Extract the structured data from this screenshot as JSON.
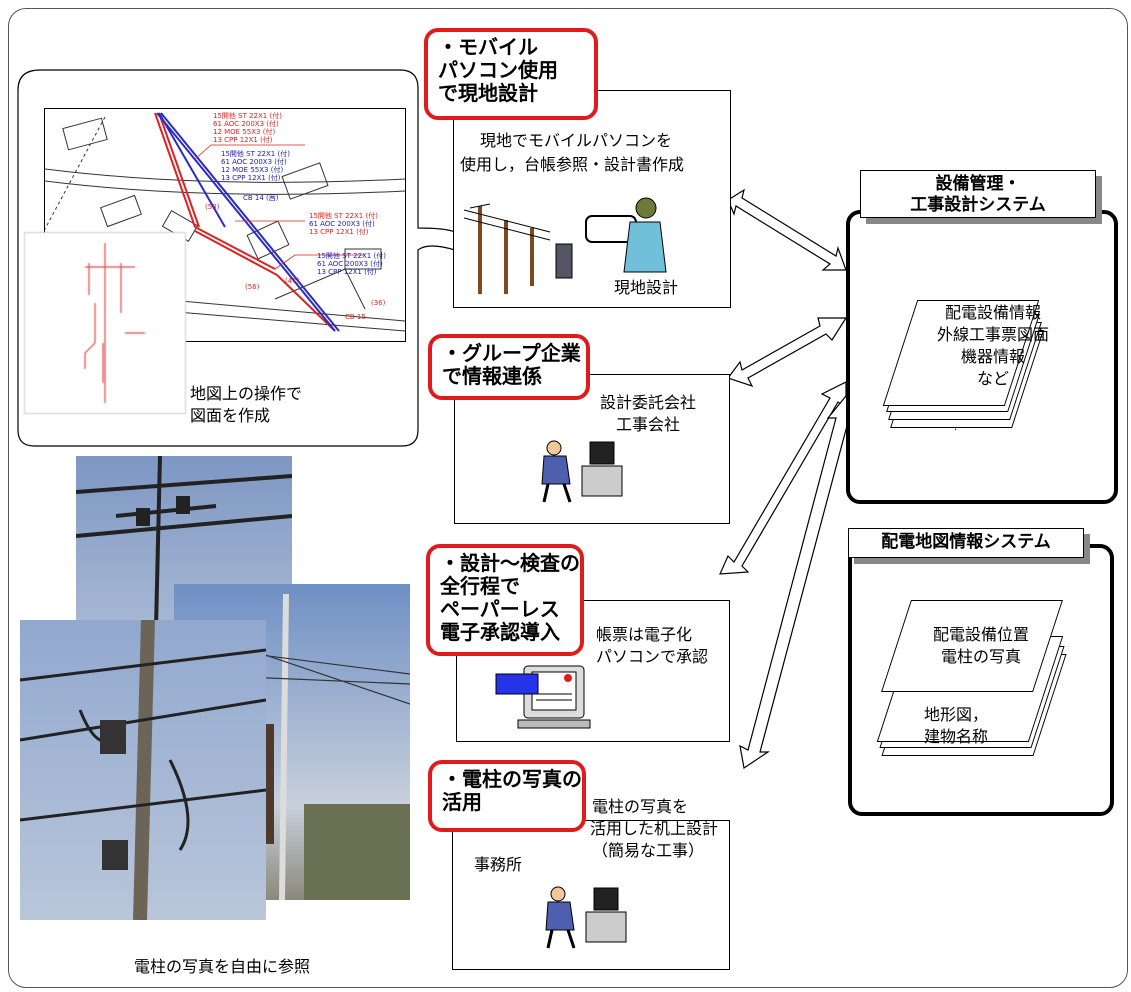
{
  "left": {
    "map_caption_line1": "地図上の操作で",
    "map_caption_line2": "図面を作成",
    "photo_caption": "電柱の写真を自由に参照"
  },
  "panels": [
    {
      "tag": [
        "・モバイル",
        "パソコン使用",
        "で現地設計"
      ],
      "desc": [
        "現地でモバイルパソコンを",
        "使用し，台帳参照・設計書作成"
      ],
      "sub": "現地設計"
    },
    {
      "tag": [
        "・グループ企業",
        "で情報連係"
      ],
      "desc": [
        "設計委託会社",
        "工事会社"
      ]
    },
    {
      "tag": [
        "・設計～検査の",
        "全行程で",
        "ペーパーレス",
        "電子承認導入"
      ],
      "desc": [
        "帳票は電子化",
        "パソコンで承認"
      ]
    },
    {
      "tag": [
        "・電柱の写真の",
        "活用"
      ],
      "desc": [
        "電柱の写真を",
        "活用した机上設計",
        "（簡易な工事）"
      ],
      "sub": "事務所"
    }
  ],
  "systems": {
    "facility": {
      "title": [
        "設備管理・",
        "工事設計システム"
      ],
      "pages": [
        "配電設備情報",
        "外線工事票図面",
        "機器情報",
        "など"
      ],
      "dot": "."
    },
    "map": {
      "title": "配電地図情報システム",
      "pages_top": [
        "配電設備位置",
        "電柱の写真"
      ],
      "pages_bottom": [
        "地形図，",
        "建物名称"
      ]
    }
  },
  "map_labels": [
    "15開他 ST 22X1 (付)",
    "61 AOC 200X3 (付)",
    "12 MOE 55X3 (付)",
    "13 CPP 12X1 (付)",
    "CB 14 (茜)",
    "CB 15",
    "(36)",
    "(53)",
    "(56)",
    "(47)"
  ],
  "colors": {
    "accent_red": "#e01b1b",
    "map_red": "#d22222",
    "map_blue": "#2a2ac8",
    "sky": "#8aa6cf"
  }
}
